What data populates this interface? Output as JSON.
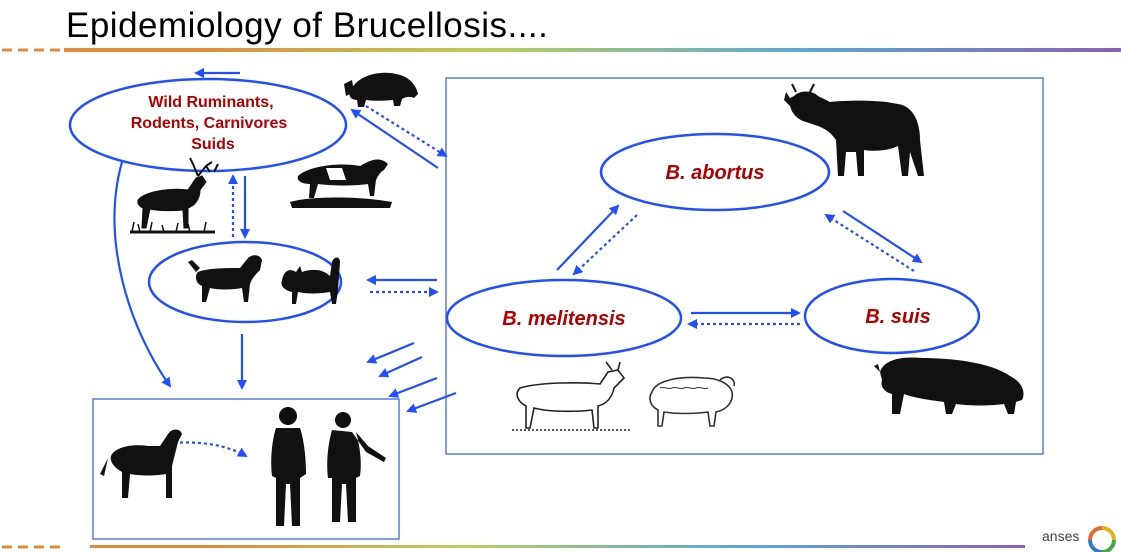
{
  "slide": {
    "title": "Epidemiology of Brucellosis....",
    "brand": "anses"
  },
  "nodes": {
    "wildlife_line1": "Wild Ruminants,",
    "wildlife_line2": "Rodents, Carnivores",
    "wildlife_line3": "Suids",
    "abortus": "B. abortus",
    "melitensis": "B. melitensis",
    "suis": "B. suis"
  },
  "colors": {
    "arrow": "#1f4fff",
    "node_text": "#b00000",
    "outline": "#2d5be3"
  },
  "icons": [
    "boar-icon",
    "deer-icon",
    "wolf-icon",
    "dog-icon",
    "cat-icon",
    "cow-icon",
    "pig-icon",
    "goat-icon",
    "sheep-icon",
    "horse-icon",
    "humans-icon",
    "anses-logo-icon"
  ]
}
